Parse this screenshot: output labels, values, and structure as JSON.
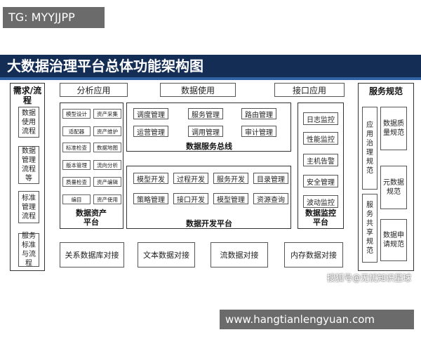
{
  "image_tag": "TG: MYYJJPP",
  "title": "大数据治理平台总体功能架构图",
  "left_column": {
    "header": "需求/流程",
    "items": [
      "数据使用流程",
      "数据管理流程等",
      "标准管理流程",
      "服务标准与流程"
    ]
  },
  "top_row": [
    "分析应用",
    "数据使用",
    "接口应用"
  ],
  "asset_platform": {
    "label": "数据资产平台",
    "items": [
      "模型设计",
      "资产采集",
      "适配器",
      "资产维护",
      "标准检查",
      "数据地图",
      "版本管理",
      "流向分析",
      "质量检查",
      "资产编辑",
      "编目",
      "资产使用"
    ]
  },
  "service_bus": {
    "label": "数据服务总线",
    "items": [
      "调度管理",
      "服务管理",
      "路由管理",
      "运营管理",
      "调用管理",
      "审计管理"
    ]
  },
  "dev_platform": {
    "label": "数据开发平台",
    "items": [
      "模型开发",
      "过程开发",
      "服务开发",
      "目录管理",
      "策略管理",
      "接口开发",
      "模型管理",
      "资源查询"
    ]
  },
  "monitor_platform": {
    "label": "数据监控平台",
    "items": [
      "日志监控",
      "性能监控",
      "主机告警",
      "安全管理",
      "波动监控"
    ]
  },
  "bottom_row": [
    "关系数据库对接",
    "文本数据对接",
    "流数据对接",
    "内存数据对接"
  ],
  "right_column": {
    "header": "服务规范",
    "left_items": [
      "应用治理规范",
      "服务共享规范"
    ],
    "right_items": [
      "数据质量规范",
      "元数据规范",
      "数据申请规范"
    ]
  },
  "watermark": "搜狐号@无忧知识星球",
  "url": "www.hangtianlengyuan.com"
}
